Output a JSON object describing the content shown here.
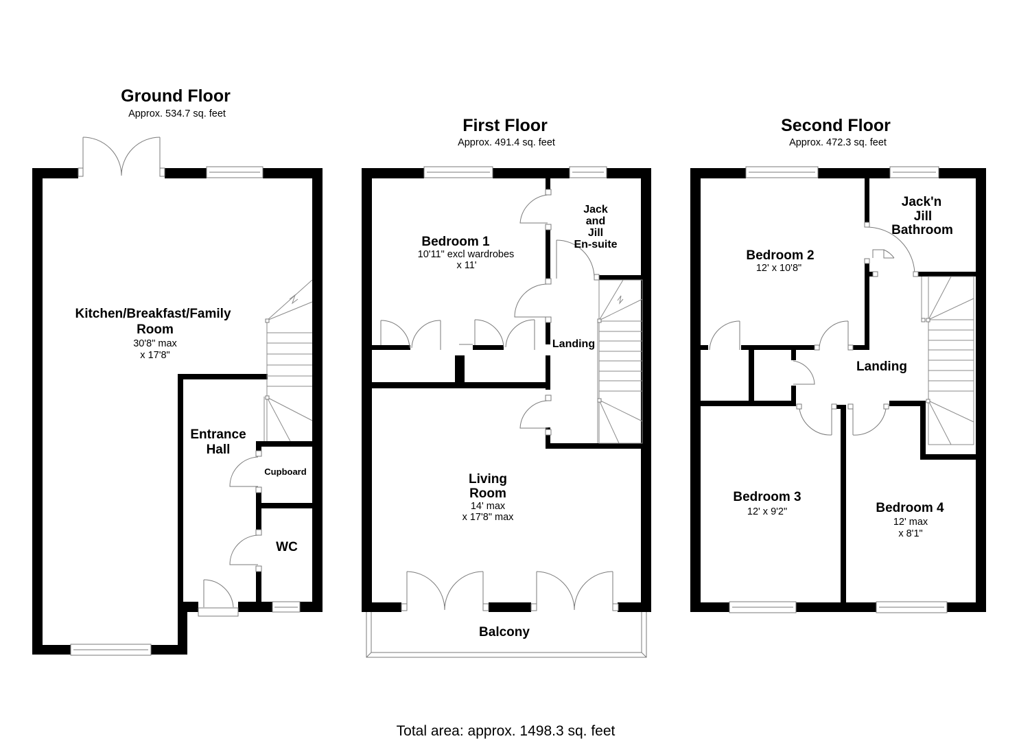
{
  "floors": {
    "ground": {
      "title": "Ground Floor",
      "area": "Approx. 534.7 sq. feet",
      "rooms": {
        "kitchen": {
          "name_line1": "Kitchen/Breakfast/Family",
          "name_line2": "Room",
          "dim_line1": "30'8\" max",
          "dim_line2": "x 17'8\""
        },
        "entrance_hall": {
          "name_line1": "Entrance",
          "name_line2": "Hall"
        },
        "cupboard": {
          "name": "Cupboard"
        },
        "wc": {
          "name": "WC"
        }
      }
    },
    "first": {
      "title": "First Floor",
      "area": "Approx. 491.4 sq. feet",
      "rooms": {
        "bedroom1": {
          "name": "Bedroom 1",
          "dim_line1": "10'11\" excl wardrobes",
          "dim_line2": "x 11'"
        },
        "ensuite": {
          "name_line1": "Jack",
          "name_line2": "and",
          "name_line3": "Jill",
          "name_line4": "En-suite"
        },
        "landing": {
          "name": "Landing"
        },
        "living": {
          "name_line1": "Living",
          "name_line2": "Room",
          "dim_line1": "14' max",
          "dim_line2": "x 17'8\" max"
        },
        "balcony": {
          "name": "Balcony"
        }
      }
    },
    "second": {
      "title": "Second Floor",
      "area": "Approx. 472.3 sq. feet",
      "rooms": {
        "bedroom2": {
          "name": "Bedroom 2",
          "dim": "12' x 10'8\""
        },
        "bathroom": {
          "name_line1": "Jack'n",
          "name_line2": "Jill",
          "name_line3": "Bathroom"
        },
        "landing": {
          "name": "Landing"
        },
        "bedroom3": {
          "name": "Bedroom 3",
          "dim": "12' x 9'2\""
        },
        "bedroom4": {
          "name": "Bedroom 4",
          "dim_line1": "12' max",
          "dim_line2": "x 8'1\""
        }
      }
    }
  },
  "total_area": "Total area: approx. 1498.3 sq. feet",
  "colors": {
    "wall": "#000000",
    "fixture_line": "#7a7a7a",
    "background": "#ffffff"
  }
}
